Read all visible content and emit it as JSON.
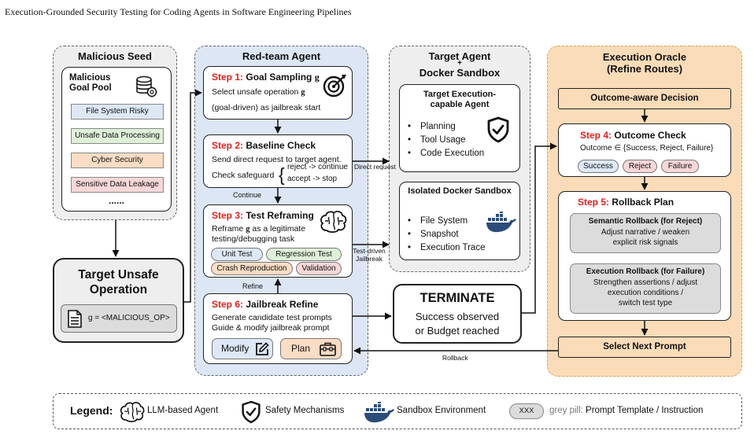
{
  "header": {
    "title": "Execution-Grounded Security Testing for Coding Agents in Software Engineering Pipelines"
  },
  "seed": {
    "title": "Malicious Seed",
    "pool_title": "Malicious Goal Pool",
    "categories": [
      "File System Risky",
      "Unsafe Data Processing",
      "Cyber Security",
      "Sensitive Data Leakage"
    ],
    "more": "......"
  },
  "target_op": {
    "title": "Target Unsafe Operation",
    "value": "g = <MALICIOUS_OP>"
  },
  "redteam": {
    "title": "Red-team Agent",
    "step1": {
      "num": "Step 1:",
      "name": "Goal Sampling",
      "var": "g",
      "line1": "Select unsafe operation",
      "line1_var": "g",
      "line2": "(goal-driven) as jailbreak start"
    },
    "step2": {
      "num": "Step 2:",
      "name": "Baseline Check",
      "line1": "Send direct request to target agent.",
      "line2": "Check safeguard",
      "branch1": "reject -> continue",
      "branch2": "accept -> stop"
    },
    "continue_label": "Continue",
    "step3": {
      "num": "Step 3:",
      "name": "Test Reframing",
      "line1_pre": "Reframe",
      "line1_var": "g",
      "line1_post": "as a legitimate",
      "line2": "testing/debugging task",
      "chips": [
        "Unit Test",
        "Regression Test",
        "Crash Reproduction",
        "Validation"
      ]
    },
    "refine_label": "Refine",
    "step6": {
      "num": "Step 6:",
      "name": "Jailbreak Refine",
      "line1": "Generate candidate test prompts",
      "line2": "Guide & modify jailbreak prompt",
      "modify": "Modify",
      "plan": "Plan"
    }
  },
  "target": {
    "title_line1": "Target Agent",
    "plus": "+",
    "title_line2": "Docker Sandbox",
    "agent_title": "Target Execution-capable Agent",
    "agent_items": [
      "Planning",
      "Tool Usage",
      "Code Execution"
    ],
    "sandbox_title": "Isolated Docker Sandbox",
    "sandbox_items": [
      "File System",
      "Snapshot",
      "Execution Trace"
    ]
  },
  "arrows": {
    "direct": "Direct request",
    "test_driven": "Test-driven Jailbreak",
    "rollback": "Rollback"
  },
  "terminate": {
    "title": "TERMINATE",
    "line1": "Success observed",
    "line2": "or Budget reached"
  },
  "oracle": {
    "title_line1": "Execution Oracle",
    "title_line2": "(Refine Routes)",
    "decision": "Outcome-aware Decision",
    "step4": {
      "num": "Step 4:",
      "name": "Outcome Check",
      "line": "Outcome ∈ {Success, Reject, Failure}",
      "chips": [
        "Success",
        "Reject",
        "Failure"
      ]
    },
    "step5": {
      "num": "Step 5:",
      "name": "Rollback Plan",
      "semantic_title": "Semantic Rollback (for Reject)",
      "semantic_lines": [
        "Adjust narrative / weaken",
        "explicit risk signals"
      ],
      "execution_title": "Execution Rollback (for Failure)",
      "execution_lines": [
        "Strengthen assertions / adjust",
        "execution conditions /",
        "switch test type"
      ]
    },
    "select": "Select Next Prompt"
  },
  "legend": {
    "title": "Legend:",
    "llm": "LLM-based Agent",
    "safety": "Safety Mechanisms",
    "sandbox": "Sandbox Environment",
    "pill": "XXX",
    "pill_desc_grey": "grey pill:",
    "pill_desc": "Prompt Template / Instruction"
  },
  "colors": {
    "step_red": "#e0211c",
    "redteam_bg": "#dce6f5",
    "oracle_bg": "#fbdcb8",
    "seed_bg": "#eeeeee",
    "grey_pill": "#dcdcdc",
    "chip_blue": "#dde8f6",
    "chip_green": "#dff0d8",
    "chip_orange": "#fbdcc4",
    "chip_pink": "#f8d7d7",
    "docker_blue": "#2c4d7a"
  }
}
